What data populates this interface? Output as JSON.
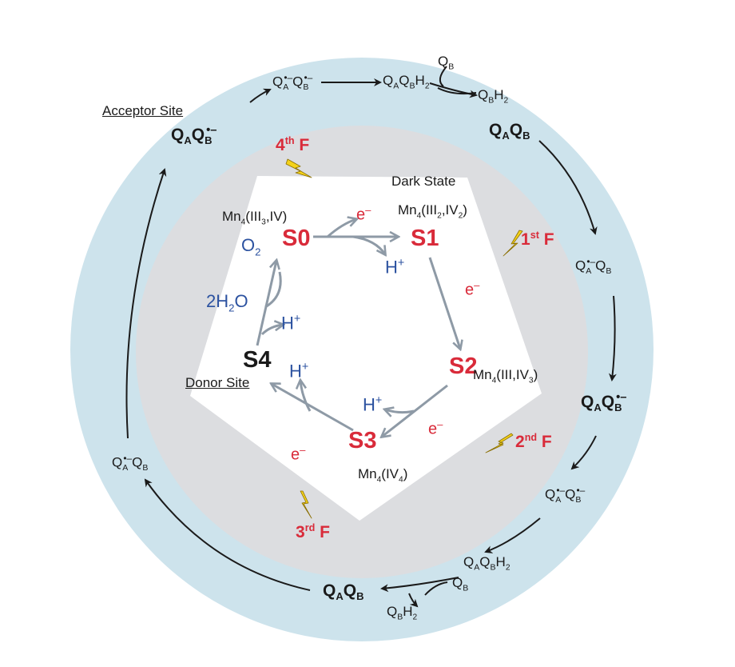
{
  "colors": {
    "outer_ring": "#cde3ec",
    "inner_disc": "#dcdde0",
    "pentagon": "#ffffff",
    "s_state_red": "#d92b3a",
    "proton_blue": "#2c52a0",
    "inner_arrow_gray": "#8e9aa6",
    "outer_arrow_black": "#1a1a1a",
    "lightning_yellow": "#f4d21a"
  },
  "icons": [
    "lightning-icon"
  ],
  "acceptor": {
    "site_label": "Acceptor Site",
    "top_left": "QAQB^-",
    "top_chain_1": "QA^-QB^-",
    "top_chain_2": "QAQBH2",
    "top_qb": "QB",
    "top_qbh2": "QBH2",
    "top_right": "QAQB",
    "right_1": "QA^-QB",
    "right_2": "QAQB^-",
    "right_3": "QA^-QB^-",
    "bottom_right": "QAQBH2",
    "bottom_qb": "QB",
    "bottom_left": "QAQB",
    "bottom_qbh2": "QBH2",
    "left": "QA^-QB"
  },
  "flashes": {
    "f1": "1st F",
    "f2": "2nd F",
    "f3": "3rd F",
    "f4": "4th F"
  },
  "donor": {
    "site_label": "Donor Site",
    "dark_state": "Dark State",
    "s0": "S0",
    "s1": "S1",
    "s2": "S2",
    "s3": "S3",
    "s4": "S4",
    "s0_mn": "Mn4(III3,IV)",
    "s1_mn": "Mn4(III2,IV2)",
    "s2_mn": "Mn4(III,IV3)",
    "s3_mn": "Mn4(IV4)",
    "o2": "O2",
    "h2o": "2H2O",
    "electron": "e-",
    "proton": "H+"
  }
}
